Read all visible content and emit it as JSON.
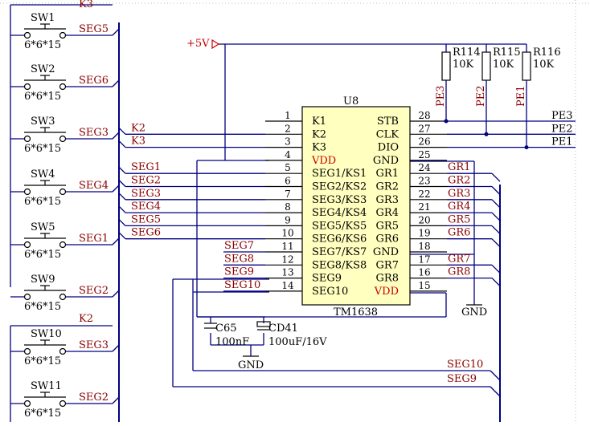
{
  "ic": {
    "ref": "U8",
    "part": "TM1638",
    "left_pins": [
      {
        "num": "1",
        "name": "K1",
        "red": false
      },
      {
        "num": "2",
        "name": "K2",
        "red": false
      },
      {
        "num": "3",
        "name": "K3",
        "red": false
      },
      {
        "num": "4",
        "name": "VDD",
        "red": true
      },
      {
        "num": "5",
        "name": "SEG1/KS1",
        "red": false
      },
      {
        "num": "6",
        "name": "SEG2/KS2",
        "red": false
      },
      {
        "num": "7",
        "name": "SEG3/KS3",
        "red": false
      },
      {
        "num": "8",
        "name": "SEG4/KS4",
        "red": false
      },
      {
        "num": "9",
        "name": "SEG5/KS5",
        "red": false
      },
      {
        "num": "10",
        "name": "SEG6/KS6",
        "red": false
      },
      {
        "num": "11",
        "name": "SEG7/KS7",
        "red": false
      },
      {
        "num": "12",
        "name": "SEG8/KS8",
        "red": false
      },
      {
        "num": "13",
        "name": "SEG9",
        "red": false
      },
      {
        "num": "14",
        "name": "SEG10",
        "red": false
      }
    ],
    "right_pins": [
      {
        "num": "28",
        "name": "STB",
        "red": false
      },
      {
        "num": "27",
        "name": "CLK",
        "red": false
      },
      {
        "num": "26",
        "name": "DIO",
        "red": false
      },
      {
        "num": "25",
        "name": "GND",
        "red": false
      },
      {
        "num": "24",
        "name": "GR1",
        "red": false
      },
      {
        "num": "23",
        "name": "GR2",
        "red": false
      },
      {
        "num": "22",
        "name": "GR3",
        "red": false
      },
      {
        "num": "21",
        "name": "GR4",
        "red": false
      },
      {
        "num": "20",
        "name": "GR5",
        "red": false
      },
      {
        "num": "19",
        "name": "GR6",
        "red": false
      },
      {
        "num": "18",
        "name": "GND",
        "red": false
      },
      {
        "num": "17",
        "name": "GR7",
        "red": false
      },
      {
        "num": "16",
        "name": "GR8",
        "red": false
      },
      {
        "num": "15",
        "name": "VDD",
        "red": true
      }
    ]
  },
  "switches": [
    {
      "ref": "SW1",
      "size": "6*6*15",
      "net": "SEG5"
    },
    {
      "ref": "SW2",
      "size": "6*6*15",
      "net": "SEG6"
    },
    {
      "ref": "SW3",
      "size": "6*6*15",
      "net": "SEG3"
    },
    {
      "ref": "SW4",
      "size": "6*6*15",
      "net": "SEG4"
    },
    {
      "ref": "SW5",
      "size": "6*6*15",
      "net": "SEG1"
    },
    {
      "ref": "SW9",
      "size": "6*6*15",
      "net": "SEG2"
    },
    {
      "ref": "SW10",
      "size": "6*6*15",
      "net": "SEG3"
    },
    {
      "ref": "SW11",
      "size": "6*6*15",
      "net": "SEG2"
    }
  ],
  "bus_labels": {
    "k3_top": "K3",
    "k2_mid": "K2"
  },
  "key_nets": [
    "K2",
    "K3"
  ],
  "seg_nets_left": [
    "SEG1",
    "SEG2",
    "SEG3",
    "SEG4",
    "SEG5",
    "SEG6"
  ],
  "seg_nets_lower": [
    "SEG7",
    "SEG8",
    "SEG9",
    "SEG10"
  ],
  "gr_nets": [
    "GR1",
    "GR2",
    "GR3",
    "GR4",
    "GR5",
    "GR6",
    "GR7",
    "GR8"
  ],
  "pe_nets": [
    "PE3",
    "PE2",
    "PE1"
  ],
  "resistors": [
    {
      "ref": "R114",
      "value": "10K",
      "net": "PE3"
    },
    {
      "ref": "R115",
      "value": "10K",
      "net": "PE2"
    },
    {
      "ref": "R116",
      "value": "10K",
      "net": "PE1"
    }
  ],
  "power": {
    "vcc": "+5V",
    "gnd": "GND"
  },
  "caps": [
    {
      "ref": "C65",
      "value": "100nF"
    },
    {
      "ref": "CD41",
      "value": "100uF/16V"
    }
  ],
  "bottom_nets": [
    "SEG10",
    "SEG9"
  ]
}
